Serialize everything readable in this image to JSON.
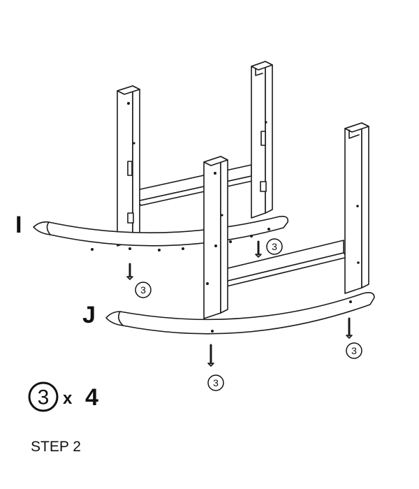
{
  "parts": {
    "rocker_back_label": "I",
    "rocker_front_label": "J"
  },
  "callouts": [
    "3",
    "3",
    "3",
    "3"
  ],
  "quantity": {
    "part_number": "3",
    "times": "x",
    "count": "4"
  },
  "step_label": "STEP 2"
}
